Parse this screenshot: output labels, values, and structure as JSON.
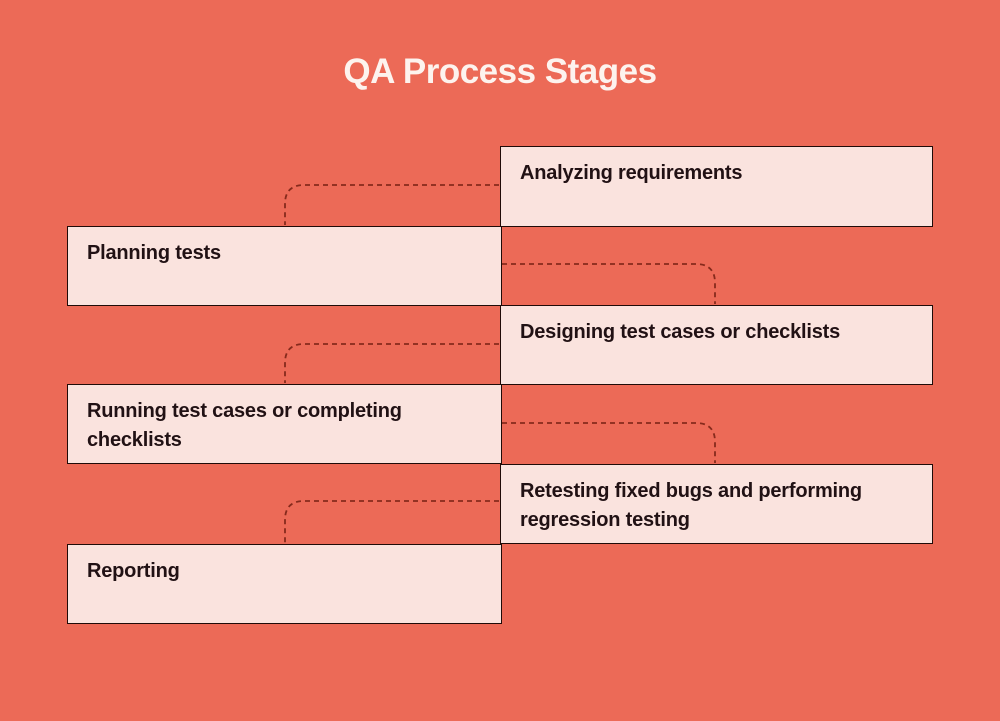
{
  "title": "QA Process Stages",
  "colors": {
    "background": "#ec6a57",
    "box_fill": "#fae3de",
    "box_border": "#200b08",
    "connector_dash": "#862a1c",
    "title_text": "#fdf3ee",
    "box_text": "#211114"
  },
  "stages": [
    {
      "label": "Analyzing requirements",
      "side": "right"
    },
    {
      "label": "Planning tests",
      "side": "left"
    },
    {
      "label": "Designing test cases or checklists",
      "side": "right"
    },
    {
      "label": "Running test cases or completing checklists",
      "side": "left"
    },
    {
      "label": "Retesting fixed bugs and performing regression testing",
      "side": "right"
    },
    {
      "label": "Reporting",
      "side": "left"
    }
  ]
}
